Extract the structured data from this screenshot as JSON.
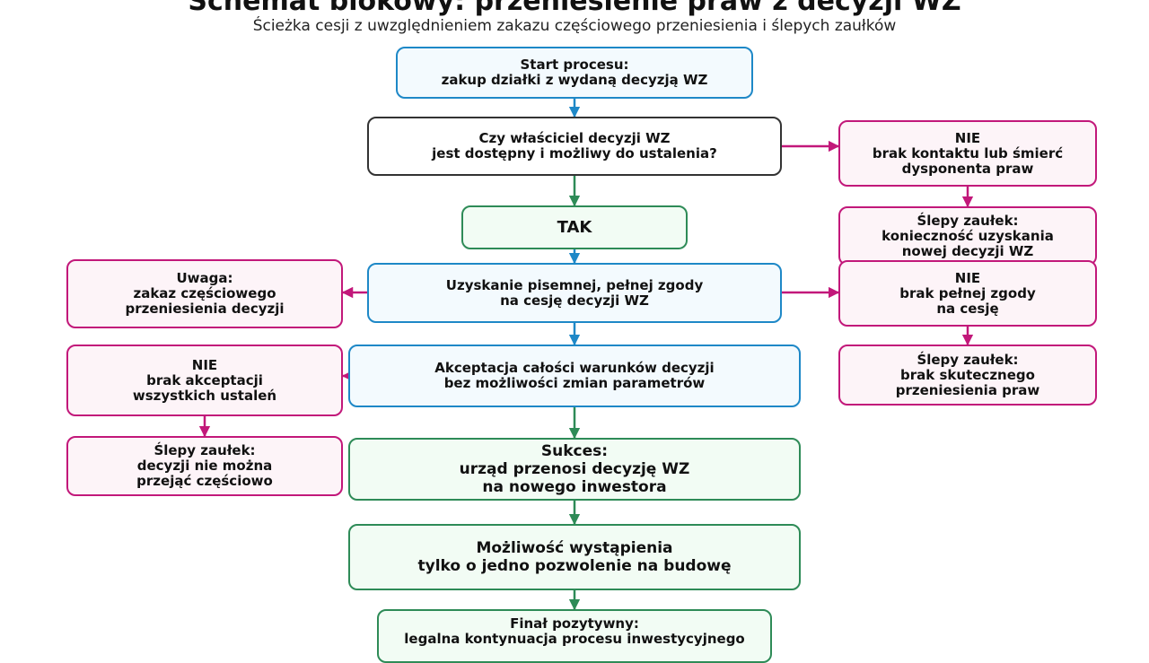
{
  "title": "Schemat blokowy: przeniesienie praw z decyzji WZ",
  "subtitle": "Ścieżka cesji z uwzględnieniem zakazu częściowego przeniesienia i ślepych zaułków",
  "colors": {
    "blue": "#1e88c7",
    "dark": "#333333",
    "green": "#2e8b57",
    "pink": "#c2187a"
  },
  "boxes": {
    "start": {
      "line1": "Start procesu:",
      "line2": "zakup działki z wydaną decyzją WZ"
    },
    "question": {
      "line1": "Czy właściciel decyzji WZ",
      "line2": "jest dostępny i możliwy do ustalenia?"
    },
    "tak": {
      "line1": "TAK"
    },
    "nie1": {
      "line1": "NIE",
      "line2": "brak kontaktu lub śmierć",
      "line3": "dysponenta praw"
    },
    "dead1": {
      "line1": "Ślepy zaułek:",
      "line2": "konieczność uzyskania",
      "line3": "nowej decyzji WZ"
    },
    "uwaga": {
      "line1": "Uwaga:",
      "line2": "zakaz częściowego",
      "line3": "przeniesienia decyzji"
    },
    "consent": {
      "line1": "Uzyskanie pisemnej, pełnej zgody",
      "line2": "na cesję decyzji WZ"
    },
    "nie2": {
      "line1": "NIE",
      "line2": "brak pełnej zgody",
      "line3": "na cesję"
    },
    "dead2": {
      "line1": "Ślepy zaułek:",
      "line2": "brak skutecznego",
      "line3": "przeniesienia praw"
    },
    "accept": {
      "line1": "Akceptacja całości warunków decyzji",
      "line2": "bez możliwości zmian parametrów"
    },
    "nie3": {
      "line1": "NIE",
      "line2": "brak akceptacji",
      "line3": "wszystkich ustaleń"
    },
    "dead3": {
      "line1": "Ślepy zaułek:",
      "line2": "decyzji nie można",
      "line3": "przejąć częściowo"
    },
    "success": {
      "line1": "Sukces:",
      "line2": "urząd przenosi decyzję WZ",
      "line3": "na nowego inwestora"
    },
    "possible": {
      "line1": "Możliwość wystąpienia",
      "line2": "tylko o jedno pozwolenie na budowę"
    },
    "final": {
      "line1": "Finał pozytywny:",
      "line2": "legalna kontynuacja procesu inwestycyjnego"
    }
  }
}
